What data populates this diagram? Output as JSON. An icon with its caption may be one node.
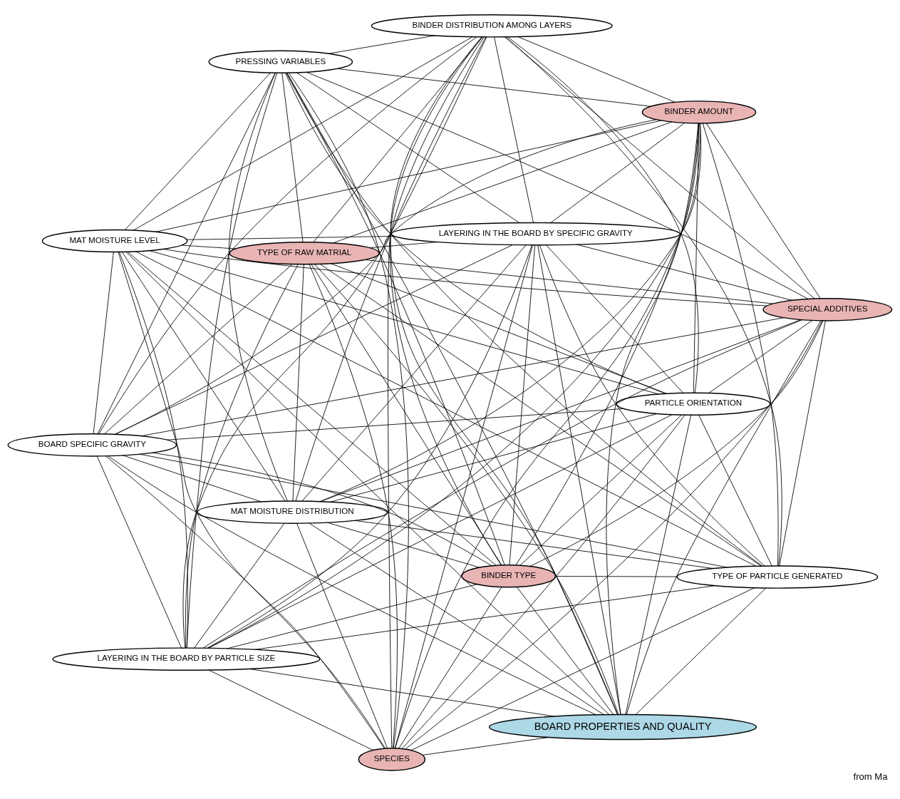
{
  "diagram": {
    "caption": "from Ma",
    "nodes": [
      {
        "text": [
          "BOARD SPECIFIC GRAVITY"
        ]
      },
      {
        "text": [
          "PARTICLE ORIENTATION"
        ]
      },
      {
        "text": [
          "SPECIES"
        ]
      },
      {
        "text": [
          "PRESSING VARIABLES"
        ]
      },
      {
        "text": [
          "LAYERING IN THE BOARD BY SPECIFIC GRAVITY"
        ]
      },
      {
        "text": [
          "TYPE OF RAW MATRIAL"
        ]
      },
      {
        "text": [
          "LAYERING IN THE BOARD BY PARTICLE SIZE"
        ]
      },
      {
        "text": [
          "TYPE OF PARTICLE GENERATED"
        ]
      },
      {
        "text": [
          "MAT MOISTURE DISTRIBUTION"
        ]
      },
      {
        "text": [
          "BOARD PROPERTIES AND QUALITY"
        ]
      },
      {
        "text": [
          "BINDER TYPE"
        ]
      },
      {
        "text": [
          "MAT MOISTURE LEVEL"
        ]
      },
      {
        "text": [
          "SPECIAL ADDITIVES"
        ]
      },
      {
        "text": [
          "BINDER AMOUNT"
        ]
      },
      {
        "text": [
          "BINDER DISTRIBUTION AMONG LAYERS"
        ]
      }
    ],
    "edges": [
      {
        "from": 0,
        "to": 1,
        "arrow": "none"
      },
      {
        "from": 0,
        "to": 2,
        "arrow": "none"
      },
      {
        "from": 0,
        "to": 3,
        "arrow": "none"
      },
      {
        "from": 0,
        "to": 4,
        "arrow": "none"
      },
      {
        "from": 0,
        "to": 5,
        "arrow": "none"
      },
      {
        "from": 0,
        "to": 6,
        "arrow": "none"
      },
      {
        "from": 0,
        "to": 7,
        "arrow": "none"
      },
      {
        "from": 0,
        "to": 8,
        "arrow": "none"
      },
      {
        "from": 0,
        "to": 9,
        "arrow": "none"
      },
      {
        "from": 0,
        "to": 10,
        "arrow": "none"
      },
      {
        "from": 0,
        "to": 11,
        "arrow": "none"
      },
      {
        "from": 0,
        "to": 12,
        "arrow": "none"
      },
      {
        "from": 0,
        "to": 13,
        "arrow": "none"
      },
      {
        "from": 0,
        "to": 14,
        "arrow": "none"
      },
      {
        "from": 1,
        "to": 2,
        "arrow": "none"
      },
      {
        "from": 1,
        "to": 3,
        "arrow": "none"
      },
      {
        "from": 1,
        "to": 4,
        "arrow": "none"
      },
      {
        "from": 1,
        "to": 5,
        "arrow": "none"
      },
      {
        "from": 1,
        "to": 6,
        "arrow": "none"
      },
      {
        "from": 1,
        "to": 7,
        "arrow": "none"
      },
      {
        "from": 1,
        "to": 8,
        "arrow": "none"
      },
      {
        "from": 1,
        "to": 9,
        "arrow": "none"
      },
      {
        "from": 1,
        "to": 10,
        "arrow": "none"
      },
      {
        "from": 1,
        "to": 11,
        "arrow": "none"
      },
      {
        "from": 1,
        "to": 12,
        "arrow": "none"
      },
      {
        "from": 1,
        "to": 13,
        "arrow": "none"
      },
      {
        "from": 1,
        "to": 14,
        "arrow": "none"
      },
      {
        "from": 2,
        "to": 3,
        "arrow": "none"
      },
      {
        "from": 2,
        "to": 4,
        "arrow": "none"
      },
      {
        "from": 2,
        "to": 5,
        "arrow": "none"
      },
      {
        "from": 2,
        "to": 6,
        "arrow": "none"
      },
      {
        "from": 2,
        "to": 7,
        "arrow": "none"
      },
      {
        "from": 2,
        "to": 8,
        "arrow": "none"
      },
      {
        "from": 2,
        "to": 9,
        "arrow": "none"
      },
      {
        "from": 2,
        "to": 10,
        "arrow": "none"
      },
      {
        "from": 2,
        "to": 11,
        "arrow": "none"
      },
      {
        "from": 2,
        "to": 12,
        "arrow": "none"
      },
      {
        "from": 2,
        "to": 13,
        "arrow": "none"
      },
      {
        "from": 2,
        "to": 14,
        "arrow": "none"
      },
      {
        "from": 3,
        "to": 4,
        "arrow": "none"
      },
      {
        "from": 3,
        "to": 5,
        "arrow": "none"
      },
      {
        "from": 3,
        "to": 6,
        "arrow": "none"
      },
      {
        "from": 3,
        "to": 7,
        "arrow": "none"
      },
      {
        "from": 3,
        "to": 8,
        "arrow": "none"
      },
      {
        "from": 3,
        "to": 9,
        "arrow": "none"
      },
      {
        "from": 3,
        "to": 10,
        "arrow": "none"
      },
      {
        "from": 3,
        "to": 11,
        "arrow": "none"
      },
      {
        "from": 3,
        "to": 12,
        "arrow": "none"
      },
      {
        "from": 3,
        "to": 13,
        "arrow": "none"
      },
      {
        "from": 3,
        "to": 14,
        "arrow": "none"
      },
      {
        "from": 4,
        "to": 5,
        "arrow": "none"
      },
      {
        "from": 4,
        "to": 6,
        "arrow": "none"
      },
      {
        "from": 4,
        "to": 7,
        "arrow": "none"
      },
      {
        "from": 4,
        "to": 8,
        "arrow": "none"
      },
      {
        "from": 4,
        "to": 9,
        "arrow": "none"
      },
      {
        "from": 4,
        "to": 10,
        "arrow": "none"
      },
      {
        "from": 4,
        "to": 11,
        "arrow": "none"
      },
      {
        "from": 4,
        "to": 12,
        "arrow": "none"
      },
      {
        "from": 4,
        "to": 13,
        "arrow": "none"
      },
      {
        "from": 4,
        "to": 14,
        "arrow": "none"
      },
      {
        "from": 5,
        "to": 6,
        "arrow": "none"
      },
      {
        "from": 5,
        "to": 7,
        "arrow": "none"
      },
      {
        "from": 5,
        "to": 8,
        "arrow": "none"
      },
      {
        "from": 5,
        "to": 9,
        "arrow": "none"
      },
      {
        "from": 5,
        "to": 10,
        "arrow": "none"
      },
      {
        "from": 5,
        "to": 11,
        "arrow": "none"
      },
      {
        "from": 5,
        "to": 12,
        "arrow": "none"
      },
      {
        "from": 5,
        "to": 13,
        "arrow": "none"
      },
      {
        "from": 5,
        "to": 14,
        "arrow": "none"
      },
      {
        "from": 6,
        "to": 7,
        "arrow": "none"
      },
      {
        "from": 6,
        "to": 8,
        "arrow": "none"
      },
      {
        "from": 6,
        "to": 9,
        "arrow": "none"
      },
      {
        "from": 6,
        "to": 10,
        "arrow": "none"
      },
      {
        "from": 6,
        "to": 11,
        "arrow": "none"
      },
      {
        "from": 6,
        "to": 12,
        "arrow": "none"
      },
      {
        "from": 6,
        "to": 13,
        "arrow": "none"
      },
      {
        "from": 6,
        "to": 14,
        "arrow": "none"
      },
      {
        "from": 7,
        "to": 8,
        "arrow": "none"
      },
      {
        "from": 7,
        "to": 9,
        "arrow": "none"
      },
      {
        "from": 7,
        "to": 10,
        "arrow": "none"
      },
      {
        "from": 7,
        "to": 11,
        "arrow": "none"
      },
      {
        "from": 7,
        "to": 12,
        "arrow": "none"
      },
      {
        "from": 7,
        "to": 13,
        "arrow": "none"
      },
      {
        "from": 7,
        "to": 14,
        "arrow": "none"
      },
      {
        "from": 8,
        "to": 9,
        "arrow": "none"
      },
      {
        "from": 8,
        "to": 10,
        "arrow": "none"
      },
      {
        "from": 8,
        "to": 11,
        "arrow": "none"
      },
      {
        "from": 8,
        "to": 12,
        "arrow": "none"
      },
      {
        "from": 8,
        "to": 13,
        "arrow": "none"
      },
      {
        "from": 8,
        "to": 14,
        "arrow": "none"
      },
      {
        "from": 9,
        "to": 10,
        "arrow": "none"
      },
      {
        "from": 9,
        "to": 11,
        "arrow": "none"
      },
      {
        "from": 9,
        "to": 12,
        "arrow": "none"
      },
      {
        "from": 9,
        "to": 13,
        "arrow": "none"
      },
      {
        "from": 9,
        "to": 14,
        "arrow": "none"
      },
      {
        "from": 10,
        "to": 11,
        "arrow": "none"
      },
      {
        "from": 10,
        "to": 12,
        "arrow": "none"
      },
      {
        "from": 10,
        "to": 13,
        "arrow": "none"
      },
      {
        "from": 10,
        "to": 14,
        "arrow": "none"
      },
      {
        "from": 11,
        "to": 12,
        "arrow": "none"
      },
      {
        "from": 11,
        "to": 13,
        "arrow": "none"
      },
      {
        "from": 11,
        "to": 14,
        "arrow": "none"
      },
      {
        "from": 12,
        "to": 13,
        "arrow": "none"
      },
      {
        "from": 12,
        "to": 14,
        "arrow": "none"
      },
      {
        "from": 13,
        "to": 14,
        "arrow": "none"
      }
    ]
  }
}
